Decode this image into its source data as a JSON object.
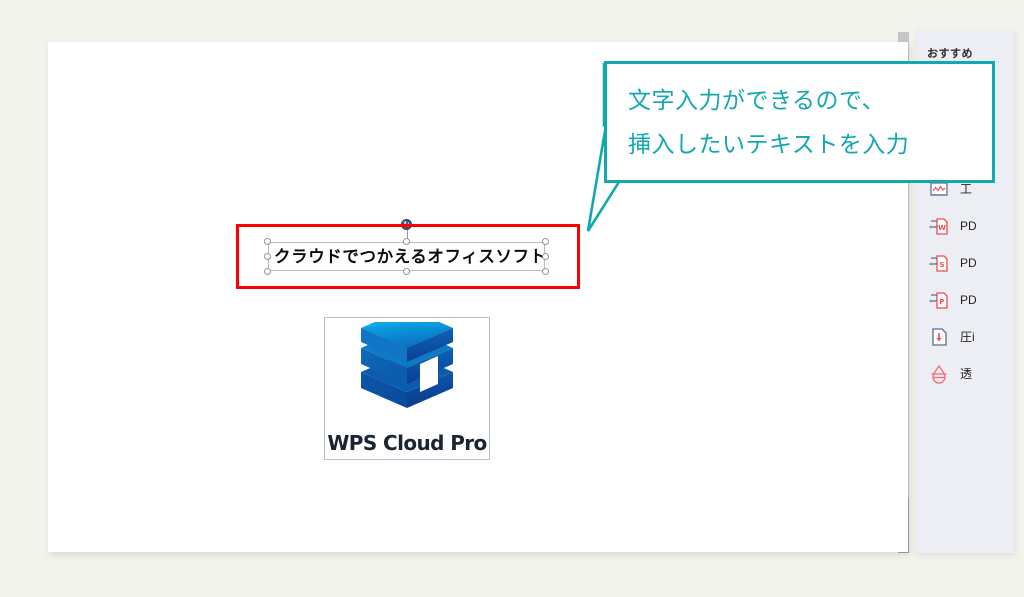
{
  "app": {
    "background_color": "#f2f3ec",
    "slide_background": "#ffffff"
  },
  "slide": {
    "textbox": {
      "value": "クラウドでつかえるオフィスソフト",
      "selected": true,
      "rotation_handle_icon": "rotate-icon",
      "handle_count": 8
    },
    "annotation": {
      "shape": "rectangle",
      "color": "#ff0000",
      "target": "textbox"
    },
    "image": {
      "name": "wps-cloud-pro-logo",
      "caption": "WPS Cloud Pro",
      "caption_color": "#1b2431",
      "logo_colors": [
        "#00a7e1",
        "#0e7ac4",
        "#1059a8",
        "#0b4fa0"
      ]
    }
  },
  "callout": {
    "border_color": "#11a8ae",
    "text_color": "#11a8ae",
    "line1": "文字入力ができるので、",
    "line2": "挿入したいテキストを入力"
  },
  "taskpane": {
    "title": "おすすめ",
    "background_color": "#eceef3",
    "items": [
      {
        "icon": "chart-document-icon",
        "label": "工"
      },
      {
        "icon": "pdf-to-word-icon",
        "label": "PD"
      },
      {
        "icon": "pdf-to-excel-icon",
        "label": "PD"
      },
      {
        "icon": "pdf-to-ppt-icon",
        "label": "PD"
      },
      {
        "icon": "compress-file-icon",
        "label": "圧i"
      },
      {
        "icon": "watermark-icon",
        "label": "透"
      }
    ]
  },
  "scrollbar": {
    "orientation": "vertical",
    "track_color": "#c5c6c8",
    "thumb_color": "#9d9e9f"
  }
}
